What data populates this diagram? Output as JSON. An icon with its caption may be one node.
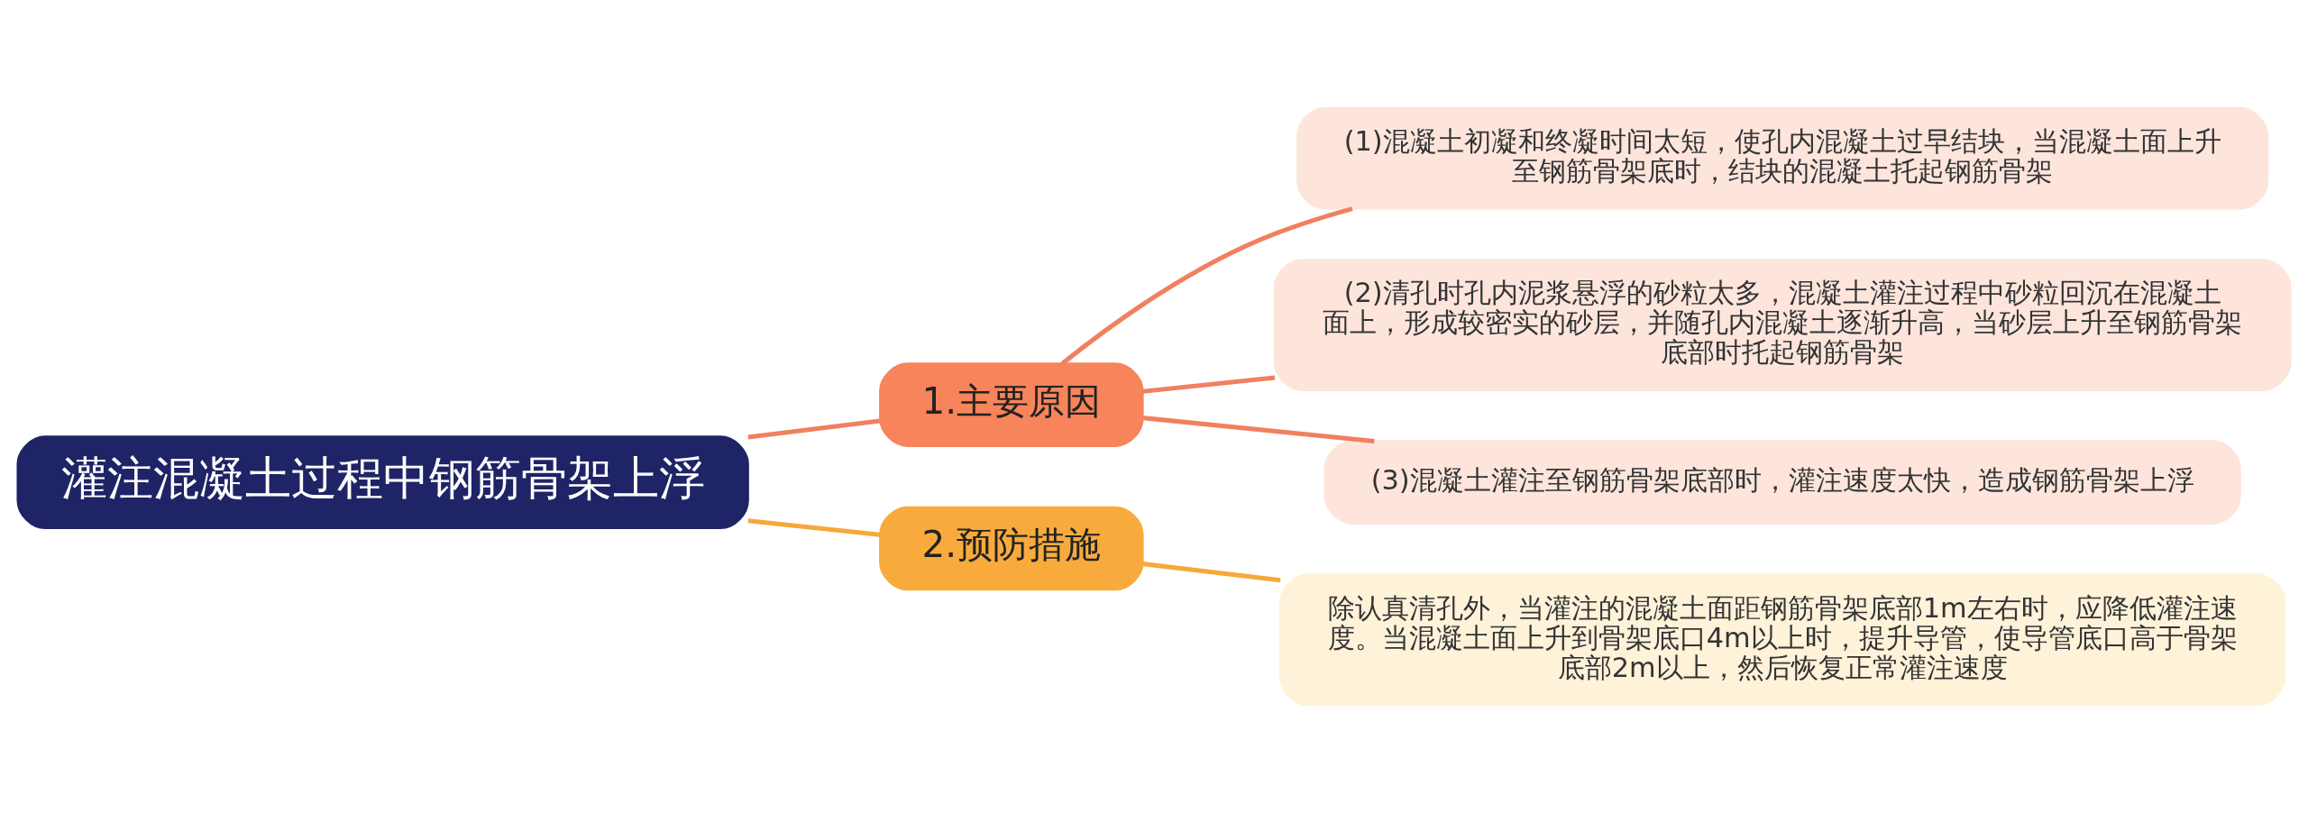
{
  "diagram": {
    "nodes": [
      {
        "text": [
          "灌注混凝土过程中钢筋骨架上浮"
        ]
      },
      {
        "text": [
          "1.主要原因"
        ]
      },
      {
        "text": [
          "(1)混凝土初凝和终凝时间太短，使孔内混凝土过早结块，当混凝土面上升至钢筋骨架底时，结块的混凝土托起钢筋骨架"
        ]
      },
      {
        "text": [
          "(2)清孔时孔内泥浆悬浮的砂粒太多，混凝土灌注过程中砂粒回沉在混凝土面上，形成较密实的砂层，并随孔内混凝土逐渐升高，当砂层上升至钢筋骨架底部时托起钢筋骨架"
        ]
      },
      {
        "text": [
          "(3)混凝土灌注至钢筋骨架底部时，灌注速度太快，造成钢筋骨架上浮"
        ]
      },
      {
        "text": [
          "2.预防措施"
        ]
      },
      {
        "text": [
          "除认真清孔外，当灌注的混凝土面距钢筋骨架底部1m左右时，应降低灌注速度。当混凝土面上升到骨架底口4m以上时，提升导管，使导管底口高于骨架底部2m以上，然后恢复正常灌注速度"
        ]
      }
    ],
    "edges": [
      {
        "from": 0,
        "to": 1,
        "arrow": "none"
      },
      {
        "from": 1,
        "to": 2,
        "arrow": "none"
      },
      {
        "from": 1,
        "to": 3,
        "arrow": "none"
      },
      {
        "from": 1,
        "to": 4,
        "arrow": "none"
      },
      {
        "from": 0,
        "to": 5,
        "arrow": "none",
        "color": "#f5a93b"
      },
      {
        "from": 5,
        "to": 6,
        "arrow": "none",
        "color": "#f5a93b"
      }
    ]
  }
}
